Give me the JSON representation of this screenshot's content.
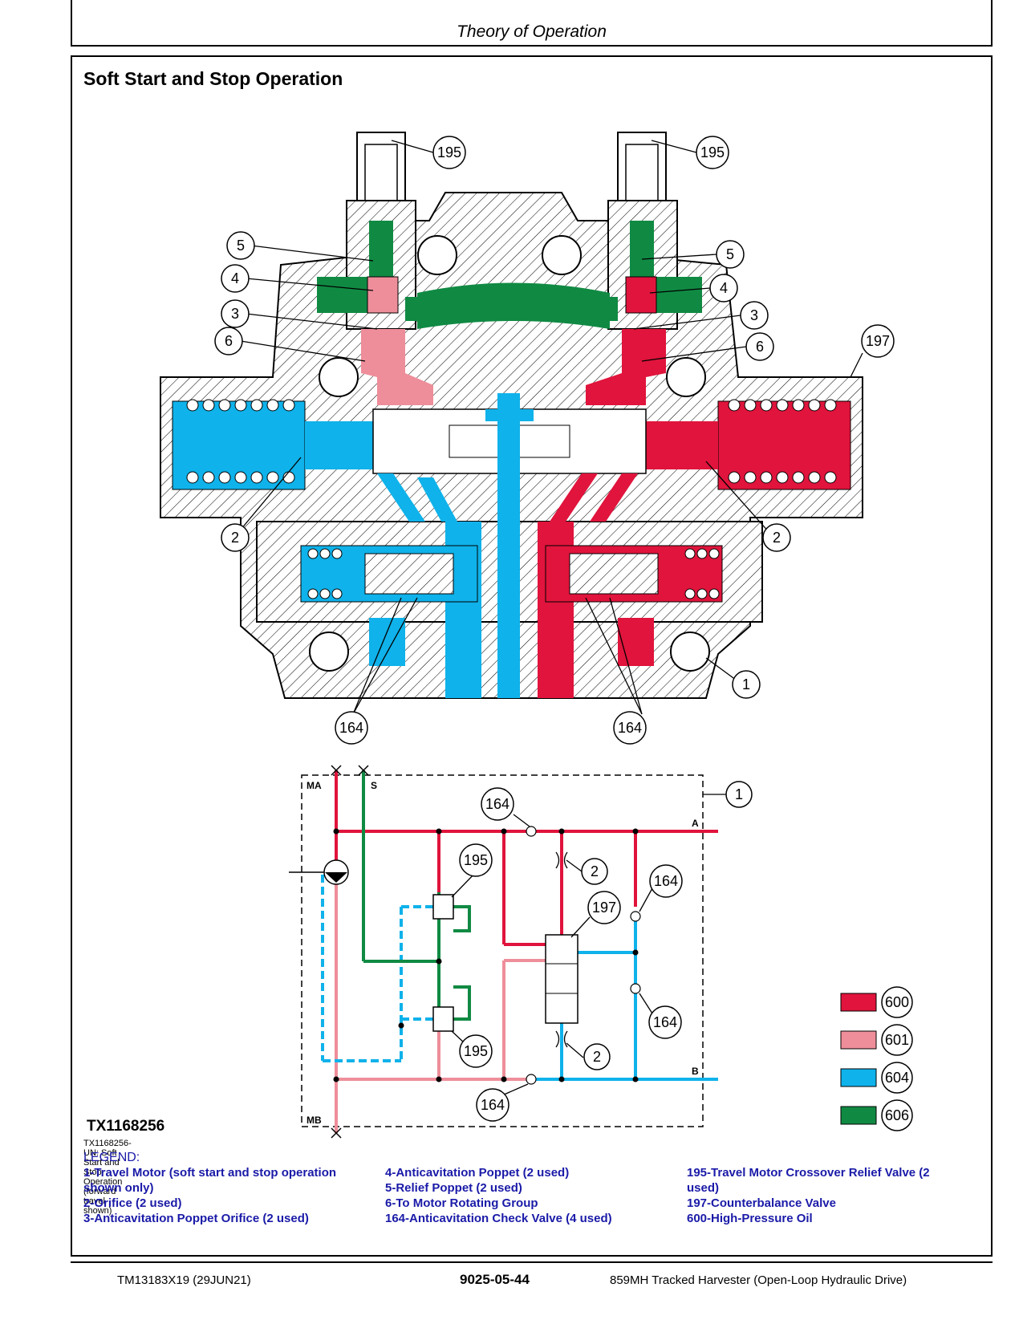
{
  "header": {
    "title": "Theory of Operation"
  },
  "section": {
    "title": "Soft Start and Stop Operation"
  },
  "figure": {
    "id": "TX1168256",
    "caption": "TX1168256-UN: Soft Start and Stop Operation (forward travel shown)",
    "cutaway_callouts": [
      "195",
      "195",
      "5",
      "5",
      "4",
      "4",
      "3",
      "3",
      "6",
      "6",
      "197",
      "2",
      "2",
      "1",
      "164",
      "164"
    ],
    "schematic_callouts": [
      "1",
      "164",
      "195",
      "2",
      "164",
      "197",
      "195",
      "164",
      "2",
      "164"
    ],
    "port_labels": {
      "ma": "MA",
      "s": "S",
      "a": "A",
      "b": "B",
      "mb": "MB"
    },
    "color_key": [
      {
        "code": "600",
        "color": "#e0143c"
      },
      {
        "code": "601",
        "color": "#ee8e9a"
      },
      {
        "code": "604",
        "color": "#0fb2ea"
      },
      {
        "code": "606",
        "color": "#108a43"
      }
    ]
  },
  "legend": {
    "title": "LEGEND:",
    "col1": [
      "1-Travel Motor (soft start and stop operation",
      "shown only)",
      "2-Orifice (2 used)",
      "3-Anticavitation Poppet Orifice (2 used)"
    ],
    "col2": [
      "4-Anticavitation Poppet (2 used)",
      "5-Relief Poppet (2 used)",
      "6-To Motor Rotating Group",
      "164-Anticavitation Check Valve (4 used)"
    ],
    "col3": [
      "195-Travel Motor Crossover Relief Valve (2",
      "used)",
      "197-Counterbalance Valve",
      "600-High-Pressure Oil"
    ]
  },
  "footer": {
    "doc_id": "TM13183X19 (29JUN21)",
    "page": "9025-05-44",
    "title": "859MH Tracked Harvester (Open-Loop Hydraulic Drive)"
  }
}
